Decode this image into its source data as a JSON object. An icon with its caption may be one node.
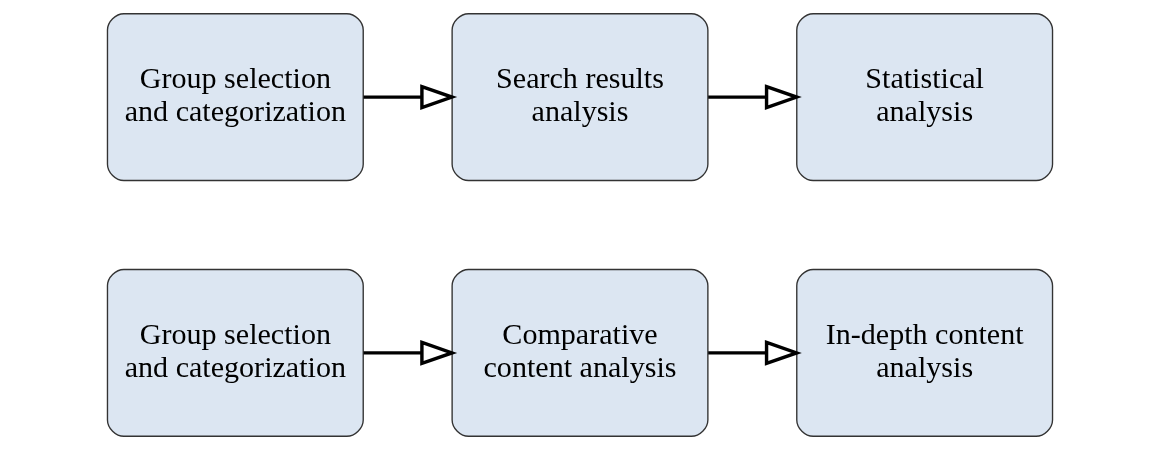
{
  "diagram": {
    "nodes": [
      {
        "text": [
          "Group selection and categorization"
        ]
      },
      {
        "text": [
          "Comparative content analysis"
        ]
      },
      {
        "text": [
          "In-depth content analysis"
        ]
      },
      {
        "text": [
          "Group selection and categorization"
        ]
      },
      {
        "text": [
          "Search results analysis"
        ]
      },
      {
        "text": [
          "Statistical analysis"
        ]
      }
    ],
    "edges": [
      {
        "from": 0,
        "to": 1,
        "arrow": "to"
      },
      {
        "from": 1,
        "to": 2,
        "arrow": "to"
      },
      {
        "from": 3,
        "to": 4,
        "arrow": "to"
      },
      {
        "from": 4,
        "to": 5,
        "arrow": "to"
      }
    ]
  }
}
